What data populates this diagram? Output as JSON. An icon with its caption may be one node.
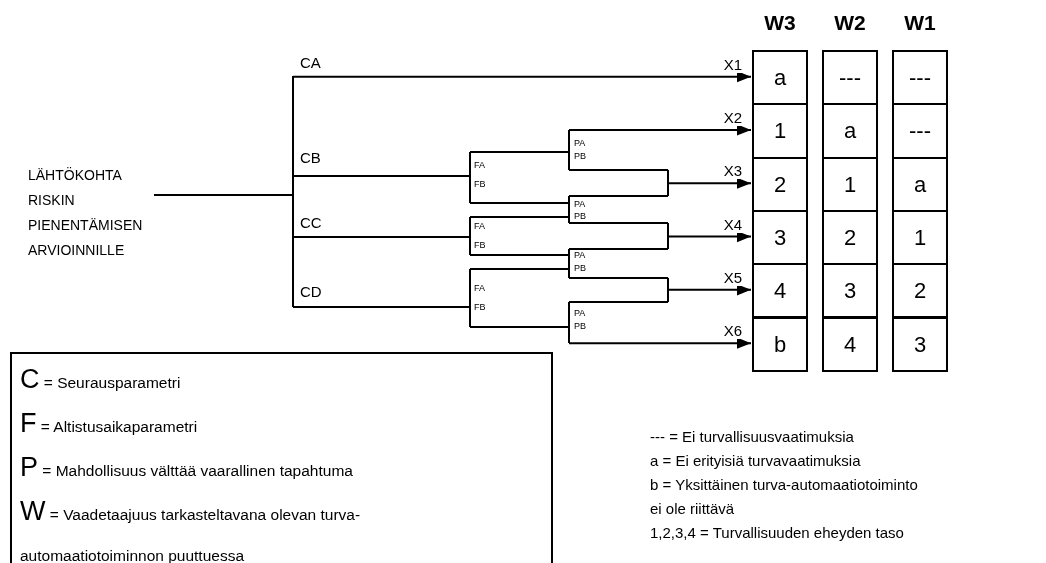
{
  "diagram": {
    "nodes": [
      {
        "text": [
          "LÄHTÖKOHTA RISKIN PIENENTÄMISEN ARVIOINNILLE"
        ]
      },
      {
        "text": [
          "W3"
        ]
      },
      {
        "text": [
          "a"
        ],
        "in": 1
      },
      {
        "text": [
          "1"
        ],
        "in": 1
      },
      {
        "text": [
          "2"
        ],
        "in": 1
      },
      {
        "text": [
          "3"
        ],
        "in": 1
      },
      {
        "text": [
          "4"
        ],
        "in": 1
      },
      {
        "text": [
          "b"
        ],
        "in": 1
      },
      {
        "text": [
          "W2"
        ]
      },
      {
        "text": [
          "---"
        ],
        "in": 8
      },
      {
        "text": [
          "a"
        ],
        "in": 8
      },
      {
        "text": [
          "1"
        ],
        "in": 8
      },
      {
        "text": [
          "2"
        ],
        "in": 8
      },
      {
        "text": [
          "3"
        ],
        "in": 8
      },
      {
        "text": [
          "4"
        ],
        "in": 8
      },
      {
        "text": [
          "W1"
        ]
      },
      {
        "text": [
          "---"
        ],
        "in": 15
      },
      {
        "text": [
          "---"
        ],
        "in": 15
      },
      {
        "text": [
          "a"
        ],
        "in": 15
      },
      {
        "text": [
          "1"
        ],
        "in": 15
      },
      {
        "text": [
          "2"
        ],
        "in": 15
      },
      {
        "text": [
          "3"
        ],
        "in": 15
      },
      {
        "text": [
          "C = Seurausparametri",
          "F = Altistusaikaparametri",
          "P = Mahdollisuus välttää vaarallinen tapahtuma",
          "W = Vaadetaajuus tarkasteltavana olevan turva-automaatiotoiminnon puuttuessa"
        ]
      }
    ],
    "edges": [
      {
        "from": null,
        "to": 2,
        "arrow": "to",
        "label": "X1"
      },
      {
        "from": null,
        "to": 3,
        "arrow": "to",
        "label": "X2"
      },
      {
        "from": null,
        "to": 4,
        "arrow": "to",
        "label": "X3"
      },
      {
        "from": null,
        "to": 5,
        "arrow": "to",
        "label": "X4"
      },
      {
        "from": null,
        "to": 6,
        "arrow": "to",
        "label": "X5"
      },
      {
        "from": null,
        "to": 7,
        "arrow": "to",
        "label": "X6"
      },
      {
        "from": 0,
        "to": null,
        "arrow": "none"
      }
    ],
    "labels": [
      "CA",
      "PA",
      "PB",
      "CB",
      "FA",
      "FB",
      "PA",
      "PB",
      "CC",
      "FA",
      "FB",
      "PA",
      "PB",
      "CD",
      "FA",
      "FB",
      "PA",
      "PB",
      "--- = Ei turvallisuusvaatimuksia",
      "a = Ei erityisiä turvavaatimuksia",
      "b = Yksittäinen turva-automaatiotoiminto ei ole riittävä",
      "1,2,3,4 = Turvallisuuden eheyden taso"
    ]
  }
}
